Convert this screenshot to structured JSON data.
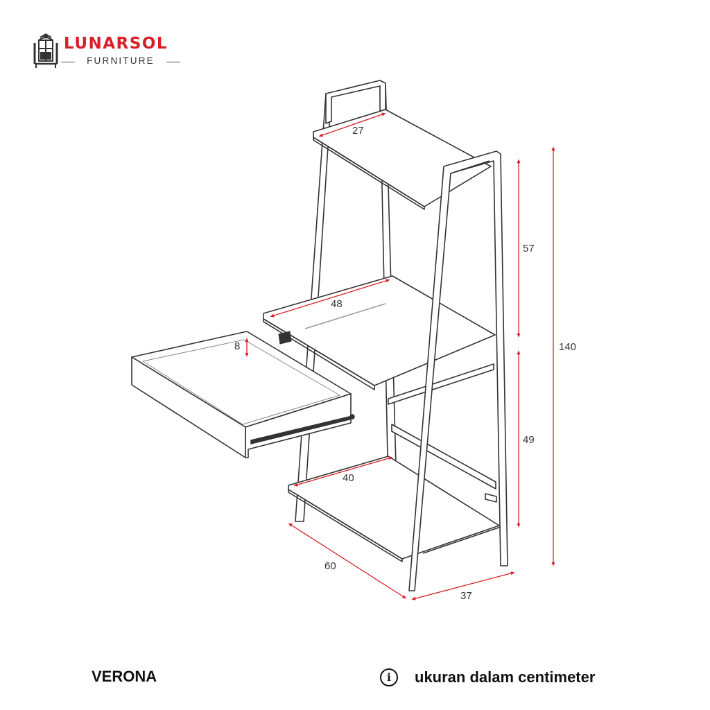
{
  "brand": {
    "name": "LUNARSOL",
    "sub": "FURNITURE",
    "accent_color": "#d62027",
    "icon": "storefront-crest-icon"
  },
  "dimensions": {
    "top_shelf_width": "27",
    "middle_shelf_width": "48",
    "bottom_shelf_width": "40",
    "drawer_height": "8",
    "upper_height": "57",
    "lower_height": "49",
    "total_height": "140",
    "depth": "60",
    "base_width": "37"
  },
  "footer": {
    "product_name": "VERONA",
    "note": "ukuran dalam centimeter",
    "note_icon": "info-icon"
  },
  "colors": {
    "dimension_line": "#d62027",
    "outline": "#333333",
    "text": "#111111"
  }
}
